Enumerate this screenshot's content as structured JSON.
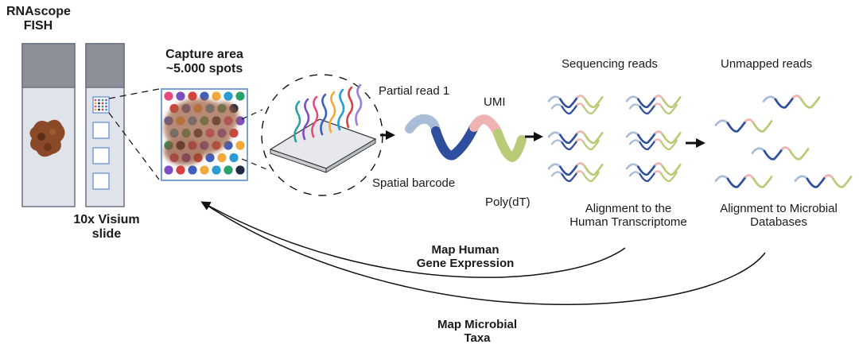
{
  "labels": {
    "rnascope_line1": "RNAscope",
    "rnascope_line2": "FISH",
    "visium_line1": "10x Visium",
    "visium_line2": "slide",
    "capture_line1": "Capture area",
    "capture_line2": "~5.000 spots",
    "partial_read": "Partial read 1",
    "umi": "UMI",
    "spatial_barcode": "Spatial barcode",
    "polydt": "Poly(dT)",
    "sequencing_reads": "Sequencing reads",
    "unmapped_reads": "Unmapped reads",
    "align_human_line1": "Alignment to the",
    "align_human_line2": "Human Transcriptome",
    "align_microbial_line1": "Alignment to Microbial",
    "align_microbial_line2": "Databases",
    "map_human_line1": "Map Human",
    "map_human_line2": "Gene Expression",
    "map_microbial_line1": "Map Microbial",
    "map_microbial_line2": "Taxa"
  },
  "colors": {
    "partial_read": "#a9bcd8",
    "barcode": "#2f4f9e",
    "umi": "#efb3b3",
    "polydt": "#b8cc78",
    "slide_body": "#dfe3ea",
    "slide_cap": "#8b9099",
    "tissue": "#8a4a2a",
    "capture_border": "#7aa0d8"
  },
  "icons": {
    "read_glyph": "squiggle-read-icon",
    "arrow": "right-arrow-icon"
  }
}
